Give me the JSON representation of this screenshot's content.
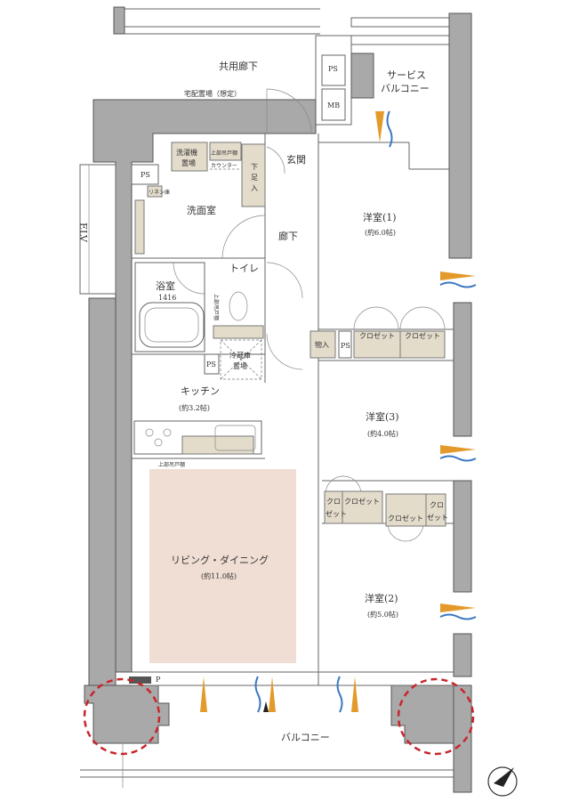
{
  "labels": {
    "common_corridor": "共用廊下",
    "delivery_box": "宅配置場（想定）",
    "ps_top": "PS",
    "mb": "MB",
    "service_balcony_1": "サービス",
    "service_balcony_2": "バルコニー",
    "entrance": "玄関",
    "washer_1": "洗濯機",
    "washer_2": "置場",
    "upper_cabinet_wash": "上部吊戸棚",
    "counter": "カウンター",
    "ps_wash": "PS",
    "linen": "リネン庫",
    "shoe_1": "下",
    "shoe_2": "足",
    "shoe_3": "入",
    "washroom": "洗面室",
    "hallway": "廊下",
    "room1": "洋室(1)",
    "room1_size": "(約6.0帖)",
    "toilet": "トイレ",
    "bath": "浴室",
    "bath_size": "1416",
    "upper_cabinet_toilet": "上部吊戸棚",
    "fridge_1": "冷蔵庫",
    "fridge_2": "置場",
    "ps_kitchen": "PS",
    "storage": "物入",
    "ps_hall": "PS",
    "closet_a": "クロゼット",
    "closet_b": "クロゼット",
    "kitchen": "キッチン",
    "kitchen_size": "(約3.2帖)",
    "room3": "洋室(3)",
    "room3_size": "(約4.0帖)",
    "upper_cabinet_kitchen": "上部吊戸棚",
    "closet_c1": "クロ",
    "closet_c2": "ゼット",
    "closet_d": "クロゼット",
    "closet_e": "クロゼット",
    "closet_f1": "クロ",
    "closet_f2": "ゼット",
    "living": "リビング・ダイニング",
    "living_size": "(約11.0帖)",
    "room2": "洋室(2)",
    "room2_size": "(約5.0帖)",
    "parking_p": "P",
    "balcony": "バルコニー",
    "elv": "ELV"
  },
  "colors": {
    "wall": "#a9a9a9",
    "closet": "#e3dccb",
    "living": "#f0ddd3",
    "highlight": "#c8262c",
    "airflow_orange": "#e39a2b",
    "airflow_blue": "#3a78c2"
  }
}
